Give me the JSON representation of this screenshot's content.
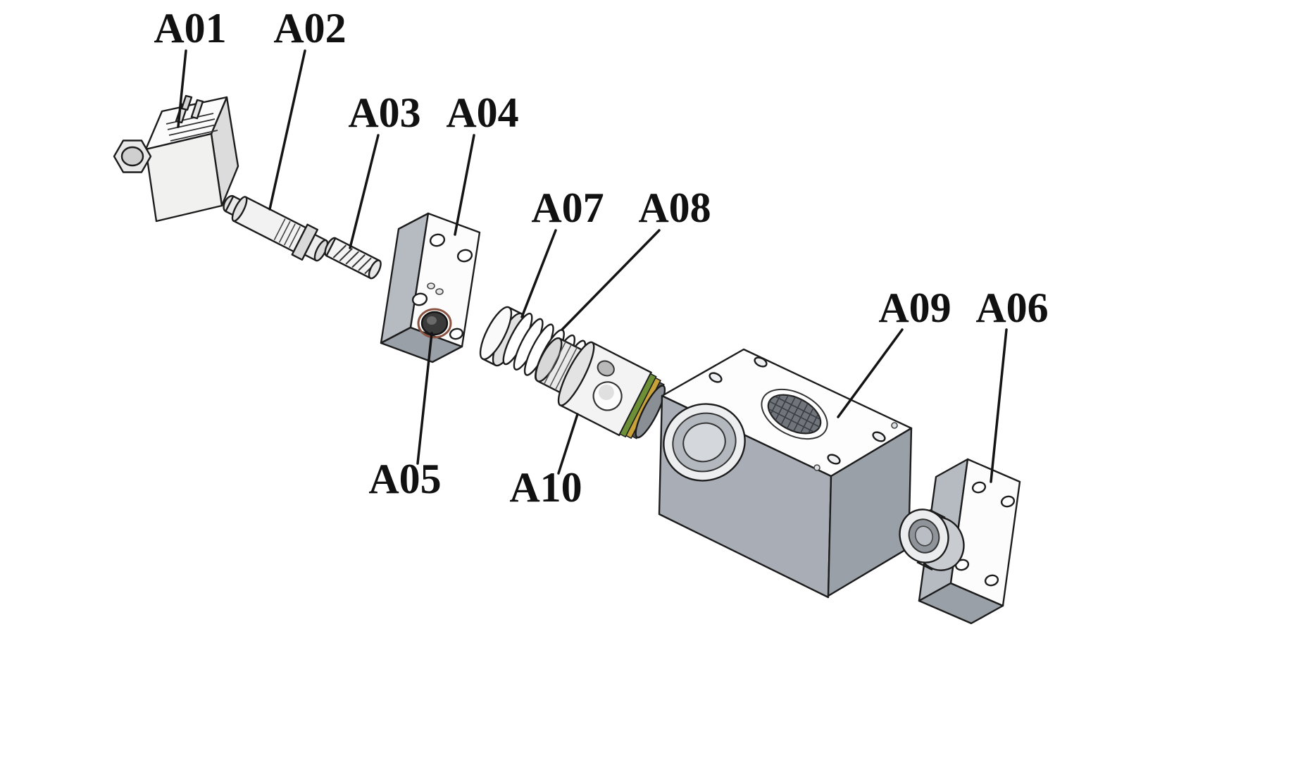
{
  "labels": {
    "a01": "A01",
    "a02": "A02",
    "a03": "A03",
    "a04": "A04",
    "a05": "A05",
    "a06": "A06",
    "a07": "A07",
    "a08": "A08",
    "a09": "A09",
    "a10": "A10"
  },
  "colors": {
    "background": "#ffffff",
    "line": "#1c1c1c",
    "block_gray": "#a9aeb6",
    "block_gray_dark": "#9aa0a8",
    "plate_side_gray": "#b6bbc2",
    "seal_green": "#6d8f36",
    "seal_gold": "#c9a33a"
  }
}
